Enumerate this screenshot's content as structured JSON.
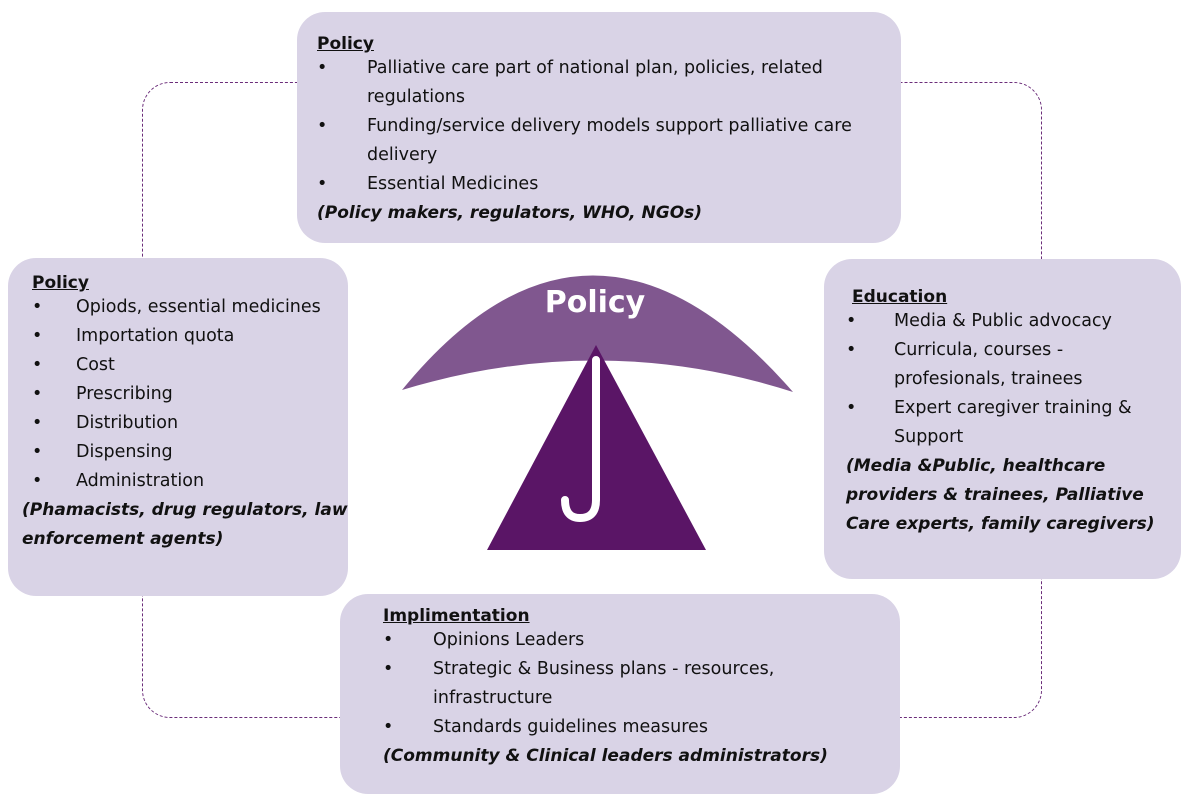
{
  "center": {
    "label": "Policy"
  },
  "top": {
    "title": "Policy",
    "items": [
      "Palliative care part of national plan, policies, related regulations",
      "Funding/service delivery models support palliative care delivery",
      "Essential Medicines"
    ],
    "stakeholders": "(Policy makers, regulators, WHO, NGOs)"
  },
  "left": {
    "title": "Policy",
    "items": [
      "Opiods, essential medicines",
      "Importation quota",
      "Cost",
      "Prescribing",
      "Distribution",
      "Dispensing",
      "Administration"
    ],
    "stakeholders": "(Phamacists, drug regulators, law enforcement agents)"
  },
  "right": {
    "title": "Education",
    "items": [
      "Media & Public advocacy",
      "Curricula, courses - profesionals, trainees",
      "Expert caregiver training & Support"
    ],
    "stakeholders": "(Media &Public, healthcare providers & trainees, Palliative Care experts, family caregivers)"
  },
  "bottom": {
    "title": "Implimentation",
    "items": [
      "Opinions Leaders",
      "Strategic & Business plans - resources, infrastructure",
      "Standards guidelines measures"
    ],
    "stakeholders": "(Community & Clinical leaders administrators)"
  },
  "colors": {
    "box_fill": "#d9d3e6",
    "canopy": "#80578f",
    "triangle": "#5a1566",
    "dashed_ring": "#6b2d7a"
  },
  "bullet": "•"
}
